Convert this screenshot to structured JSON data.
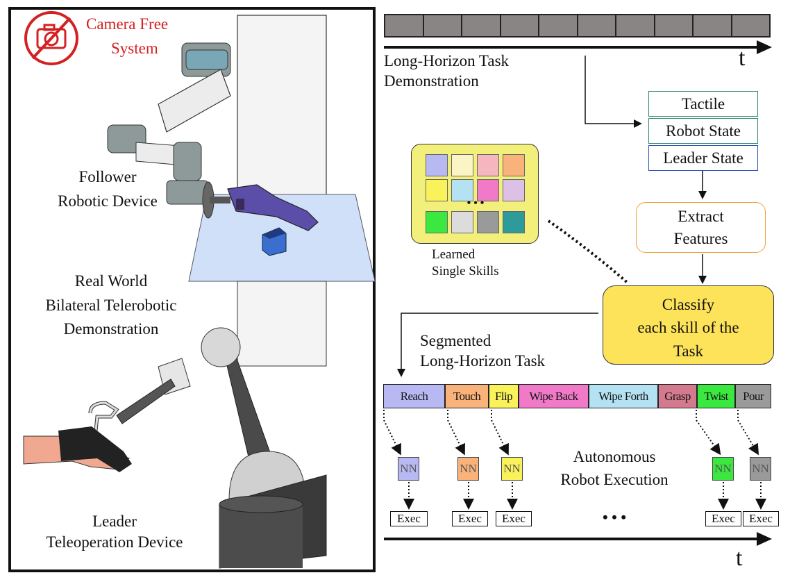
{
  "left_panel": {
    "badge_line1": "Camera Free",
    "badge_line2": "System",
    "follower_line1": "Follower",
    "follower_line2": "Robotic Device",
    "real_line1": "Real World",
    "real_line2": "Bilateral Telerobotic",
    "real_line3": "Demonstration",
    "leader_line1": "Leader",
    "leader_line2": "Teleoperation Device"
  },
  "right_panel": {
    "timeline_top_label": "t",
    "timeline_bottom_label": "t",
    "demo_line1": "Long-Horizon Task",
    "demo_line2": "Demonstration",
    "features": [
      "Tactile",
      "Robot State",
      "Leader State"
    ],
    "extract_line1": "Extract",
    "extract_line2": "Features",
    "skills_label_line1": "Learned",
    "skills_label_line2": "Single Skills",
    "skills_ellipsis": "• • •",
    "classify_line1": "Classify",
    "classify_line2": "each skill of the",
    "classify_line3": "Task",
    "segmented_line1": "Segmented",
    "segmented_line2": "Long-Horizon Task",
    "segments": [
      "Reach",
      "Touch",
      "Flip",
      "Wipe Back",
      "Wipe Forth",
      "Grasp",
      "Twist",
      "Pour"
    ],
    "nn_label": "NN",
    "exec_label": "Exec",
    "autonomous_line1": "Autonomous",
    "autonomous_line2": "Robot Execution",
    "exec_ellipsis": "•   •   •"
  },
  "colors": {
    "camera_red": "#d42020",
    "timeline_block": "#8a8585",
    "tactile_border": "#2e8b6e",
    "leader_border": "#2b55b8",
    "extract_border": "#f0a040",
    "classify_fill": "#fde35a",
    "skills_fill": "#f2f07a",
    "reach": "#b8b8f2",
    "touch": "#f9b27a",
    "flip": "#faf25a",
    "wipe_back": "#f07ac8",
    "wipe_forth": "#b4e2f2",
    "grasp": "#d47a8e",
    "twist": "#3ae840",
    "pour": "#9a9a9a"
  }
}
